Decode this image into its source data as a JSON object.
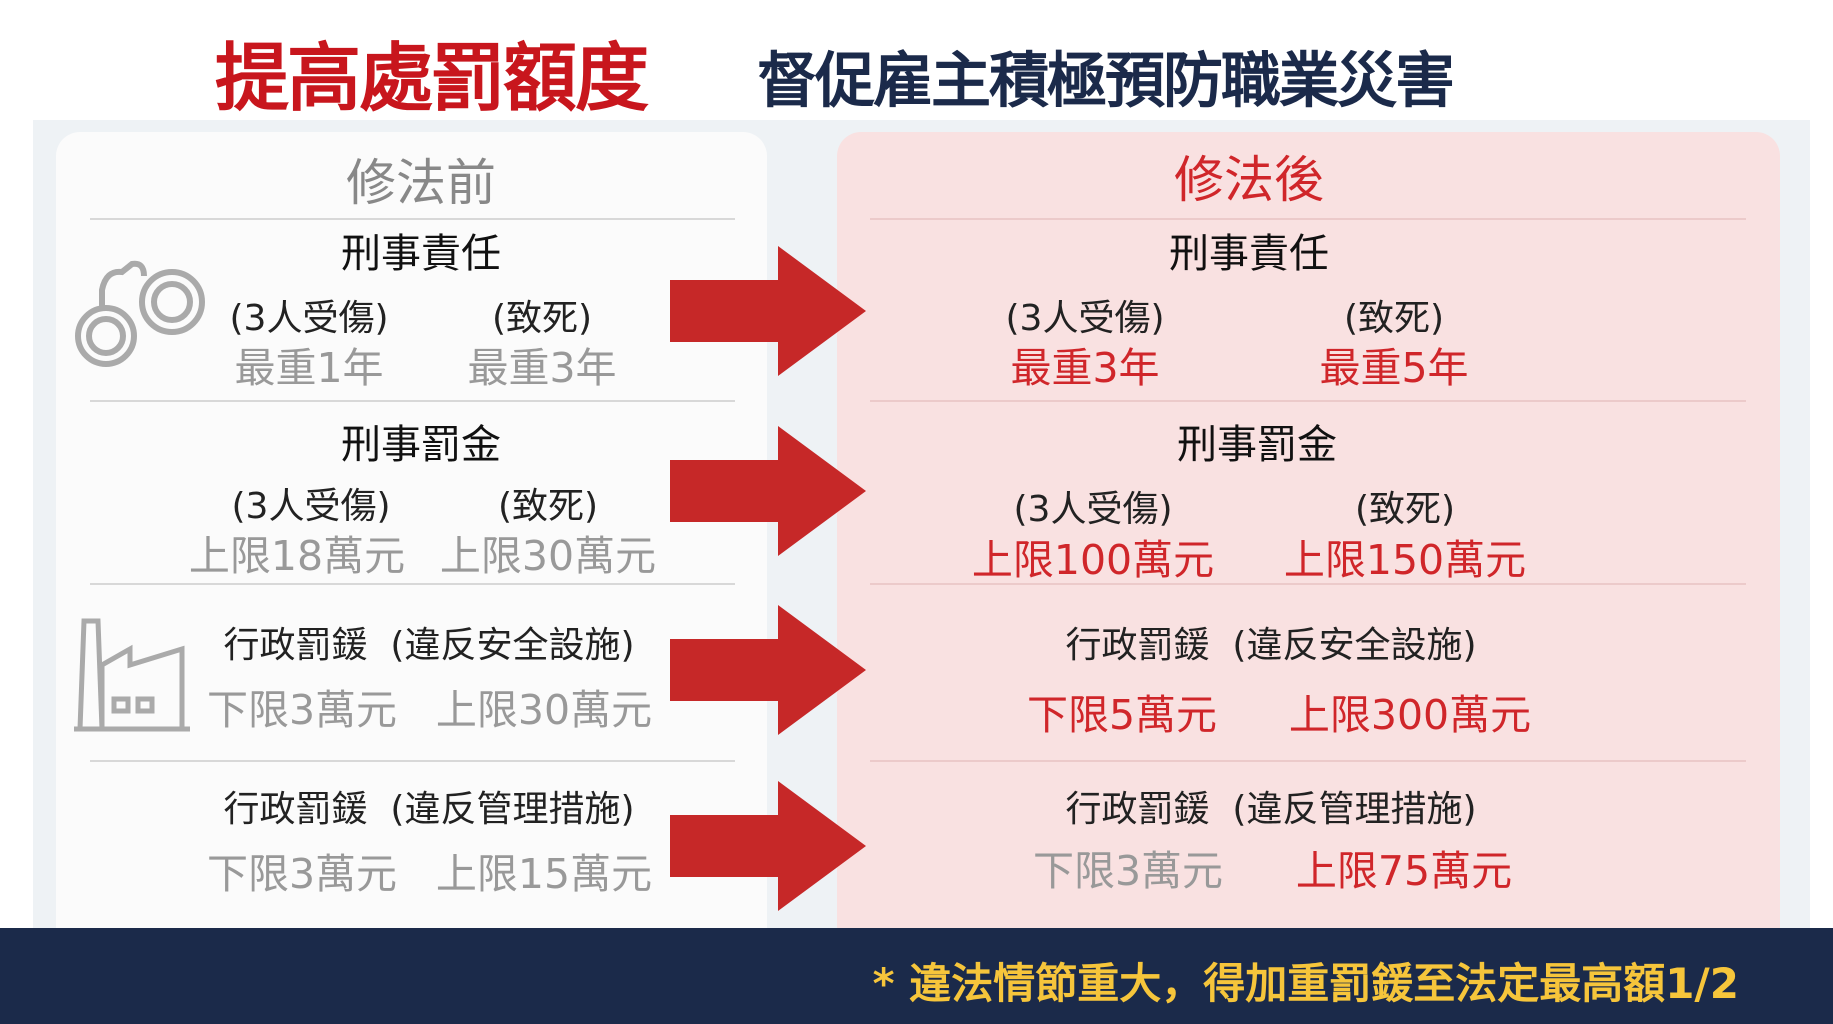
{
  "title": {
    "main": "提高處罰額度",
    "sub": "督促雇主積極預防職業災害"
  },
  "before": {
    "heading": "修法前",
    "rows": [
      {
        "title": "刑事責任",
        "labels": [
          "(3人受傷)",
          "(致死)"
        ],
        "values": [
          "最重1年",
          "最重3年"
        ]
      },
      {
        "title": "刑事罰金",
        "labels": [
          "(3人受傷)",
          "(致死)"
        ],
        "values": [
          "上限18萬元",
          "上限30萬元"
        ]
      },
      {
        "title": "行政罰鍰  (違反安全設施)",
        "values": [
          "下限3萬元",
          "上限30萬元"
        ]
      },
      {
        "title": "行政罰鍰  (違反管理措施)",
        "values": [
          "下限3萬元",
          "上限15萬元"
        ]
      }
    ]
  },
  "after": {
    "heading": "修法後",
    "rows": [
      {
        "title": "刑事責任",
        "labels": [
          "(3人受傷)",
          "(致死)"
        ],
        "values": [
          "最重3年",
          "最重5年"
        ]
      },
      {
        "title": "刑事罰金",
        "labels": [
          "(3人受傷)",
          "(致死)"
        ],
        "values": [
          "上限100萬元",
          "上限150萬元"
        ]
      },
      {
        "title": "行政罰鍰  (違反安全設施)",
        "values": [
          "下限5萬元",
          "上限300萬元"
        ]
      },
      {
        "title": "行政罰鍰  (違反管理措施)",
        "values": [
          "下限3萬元",
          "上限75萬元"
        ]
      }
    ]
  },
  "footer": {
    "note": "* 違法情節重大，得加重罰鍰至法定最高額1/2"
  },
  "colors": {
    "red": "#c8161d",
    "navy": "#1b2a4a",
    "arrow": "#c62828",
    "gold": "#f6c53b"
  }
}
